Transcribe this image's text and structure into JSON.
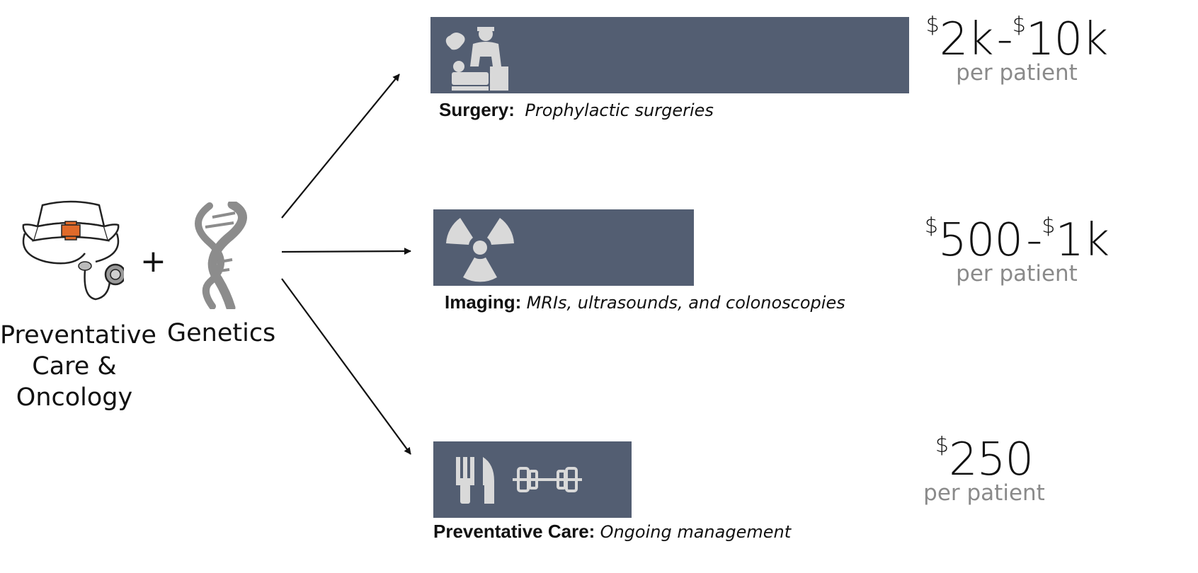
{
  "left": {
    "nodes": [
      {
        "icon": "nurse-stethoscope-icon",
        "caption_lines": [
          "Preventative",
          "Care &",
          "Oncology"
        ]
      },
      {
        "icon": "dna-helix-icon",
        "caption_lines": [
          "Genetics"
        ]
      }
    ],
    "plus_symbol": "+"
  },
  "branches": [
    {
      "title": "Surgery:",
      "description": "Prophylactic surgeries",
      "icons": [
        "surgeon-icon"
      ],
      "price": {
        "from_currency": "$",
        "from": "2k",
        "separator": "-",
        "to_currency": "$",
        "to": "10k",
        "unit": "per patient"
      }
    },
    {
      "title": "Imaging:",
      "description": "MRIs, ultrasounds, and colonoscopies",
      "icons": [
        "radiation-icon"
      ],
      "price": {
        "from_currency": "$",
        "from": "500",
        "separator": "-",
        "to_currency": "$",
        "to": "1k",
        "unit": "per patient"
      }
    },
    {
      "title": "Preventative Care:",
      "description": "Ongoing management",
      "icons": [
        "fork-knife-icon",
        "dumbbell-icon"
      ],
      "price": {
        "from_currency": "$",
        "from": "250",
        "unit": "per patient"
      }
    }
  ],
  "colors": {
    "bar_fill": "#535e72",
    "icon_fill": "#d9d9d9",
    "nurse_cross": "#e06a2a",
    "dna_gray": "#8c8c8c",
    "per_patient_text": "#8a8a8a"
  }
}
